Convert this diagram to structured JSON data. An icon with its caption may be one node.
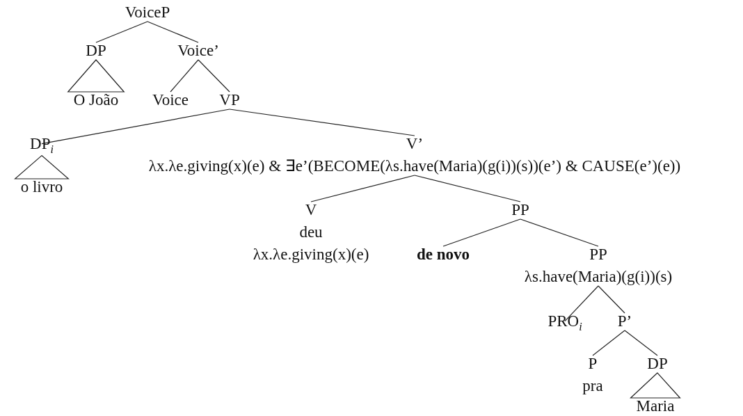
{
  "diagram": {
    "nodes": [
      {
        "text": [
          "VoiceP"
        ]
      },
      {
        "text": [
          "DP"
        ]
      },
      {
        "text": [
          "Voice’"
        ]
      },
      {
        "text": [
          "O João"
        ]
      },
      {
        "text": [
          "Voice"
        ]
      },
      {
        "text": [
          "VP"
        ]
      },
      {
        "text": [
          "DP$_{i}$"
        ]
      },
      {
        "text": [
          "o livro"
        ]
      },
      {
        "text": [
          "V’",
          "λx.λe.giving(x)(e) & ∃e’(BECOME(λs.have(Maria)(g(i))(s))(e’) & CAUSE(e’)(e))"
        ]
      },
      {
        "text": [
          "V",
          "deu",
          "λx.λe.giving(x)(e)"
        ]
      },
      {
        "text": [
          "PP"
        ]
      },
      {
        "text": [
          "de novo"
        ]
      },
      {
        "text": [
          "PP",
          "λs.have(Maria)(g(i))(s)"
        ]
      },
      {
        "text": [
          "PRO$_{i}$"
        ]
      },
      {
        "text": [
          "P’"
        ]
      },
      {
        "text": [
          "P",
          "pra"
        ]
      },
      {
        "text": [
          "DP"
        ]
      },
      {
        "text": [
          "Maria"
        ]
      }
    ],
    "edges": [
      {
        "from": 0,
        "to": 1,
        "arrow": "none"
      },
      {
        "from": 0,
        "to": 2,
        "arrow": "none"
      },
      {
        "from": 1,
        "to": 3,
        "arrow": "none"
      },
      {
        "from": 2,
        "to": 4,
        "arrow": "none"
      },
      {
        "from": 2,
        "to": 5,
        "arrow": "none"
      },
      {
        "from": 5,
        "to": 6,
        "arrow": "none"
      },
      {
        "from": 5,
        "to": 8,
        "arrow": "none"
      },
      {
        "from": 6,
        "to": 7,
        "arrow": "none"
      },
      {
        "from": 8,
        "to": 9,
        "arrow": "none"
      },
      {
        "from": 8,
        "to": 10,
        "arrow": "none"
      },
      {
        "from": 10,
        "to": 11,
        "arrow": "none"
      },
      {
        "from": 10,
        "to": 12,
        "arrow": "none"
      },
      {
        "from": 12,
        "to": 13,
        "arrow": "none"
      },
      {
        "from": 12,
        "to": 14,
        "arrow": "none"
      },
      {
        "from": 14,
        "to": 15,
        "arrow": "none"
      },
      {
        "from": 14,
        "to": 16,
        "arrow": "none"
      },
      {
        "from": 16,
        "to": 17,
        "arrow": "none"
      }
    ]
  }
}
